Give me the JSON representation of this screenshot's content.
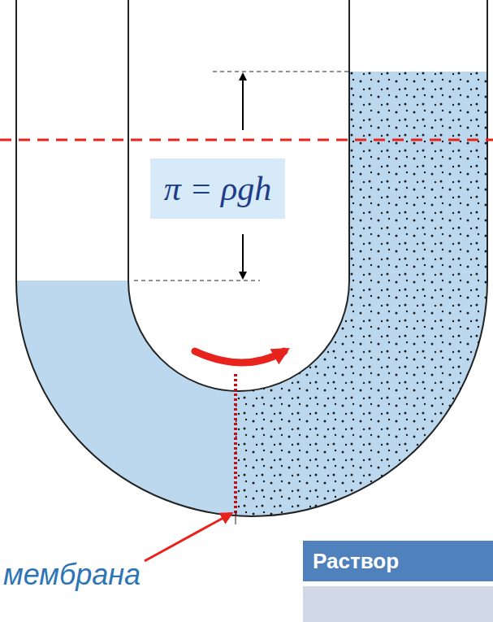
{
  "diagram": {
    "nodes": [
      {
        "text": [
          "π = ρgh"
        ]
      },
      {
        "text": [
          "Раствор"
        ]
      }
    ],
    "labels": [
      "мембрана"
    ]
  }
}
